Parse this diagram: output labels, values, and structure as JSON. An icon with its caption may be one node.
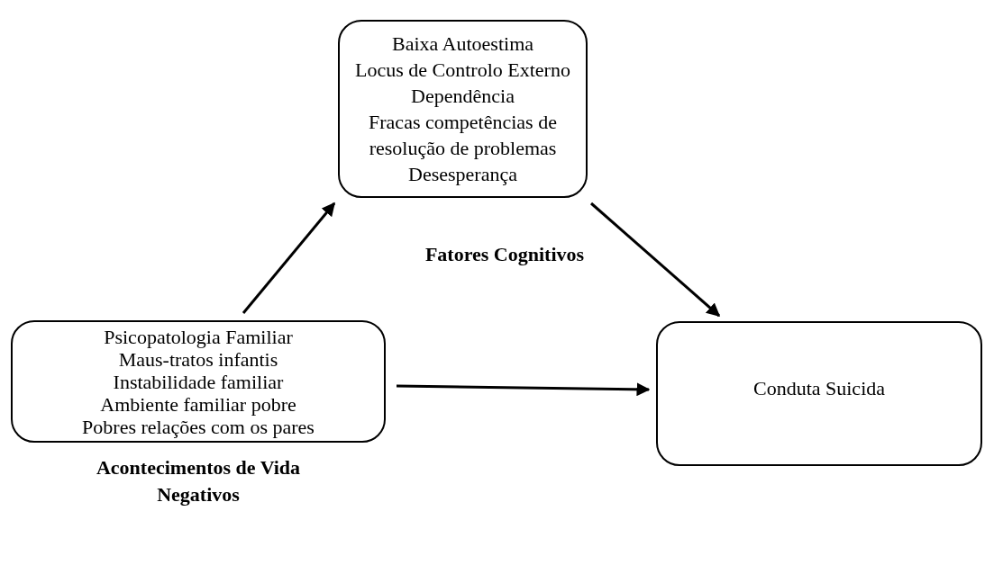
{
  "diagram": {
    "nodes": [
      {
        "text": [
          "Baixa Autoestima",
          "Locus de Controlo Externo",
          "Dependência",
          "Fracas competências de resolução de problemas",
          "Desesperança"
        ],
        "beside": [
          "Fatores Cognitivos"
        ]
      },
      {
        "text": [
          "Psicopatologia Familiar",
          "Maus-tratos infantis",
          "Instabilidade familiar",
          "Ambiente familiar pobre",
          "Pobres relações com os pares"
        ],
        "beside": [
          "Acontecimentos de Vida Negativos"
        ]
      },
      {
        "text": [
          "Conduta Suicida"
        ]
      }
    ],
    "edges": [
      {
        "from": 1,
        "to": 0,
        "arrow": "to"
      },
      {
        "from": 0,
        "to": 2,
        "arrow": "to"
      },
      {
        "from": 1,
        "to": 2,
        "arrow": "to"
      }
    ]
  }
}
